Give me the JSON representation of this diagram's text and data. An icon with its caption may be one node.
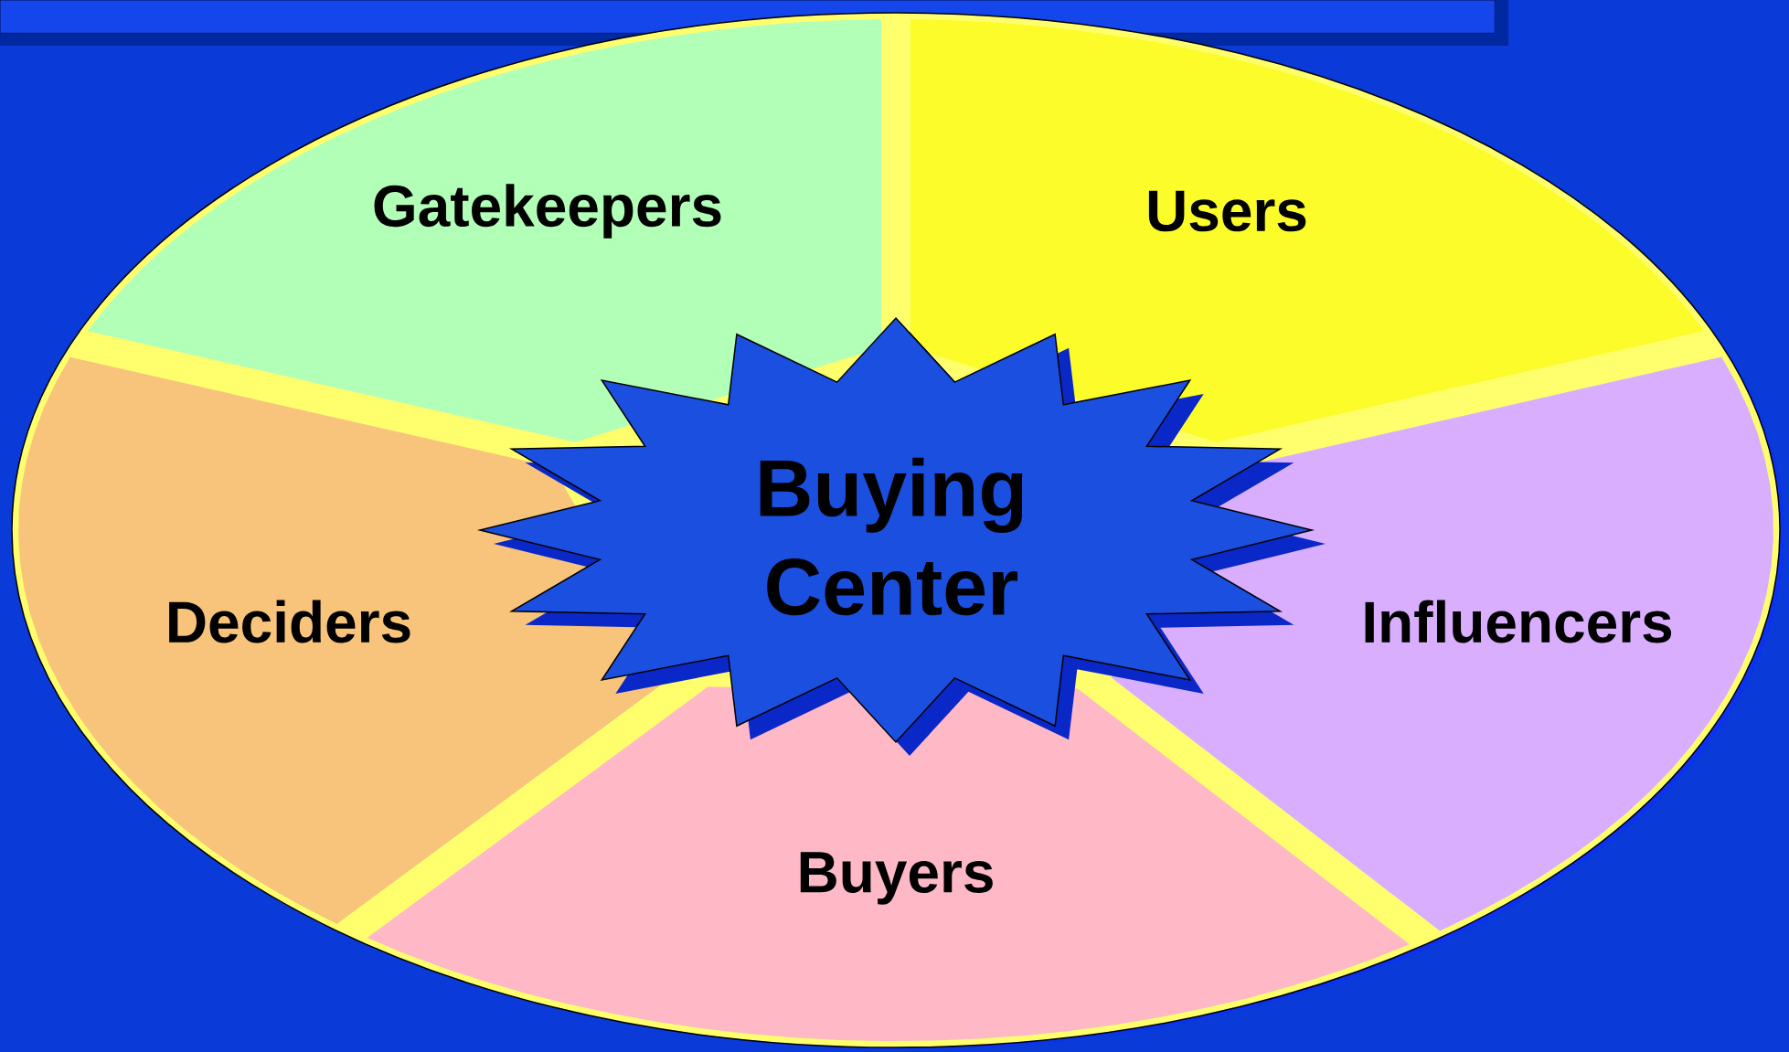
{
  "diagram": {
    "nodes": [
      {
        "text": [
          "Gatekeepers"
        ]
      },
      {
        "text": [
          "Users"
        ]
      },
      {
        "text": [
          "Influencers"
        ]
      },
      {
        "text": [
          "Buyers"
        ]
      },
      {
        "text": [
          "Deciders"
        ]
      },
      {
        "text": [
          "Buying Center"
        ]
      },
      {
        "text": [],
        "shape": "bar"
      }
    ]
  }
}
